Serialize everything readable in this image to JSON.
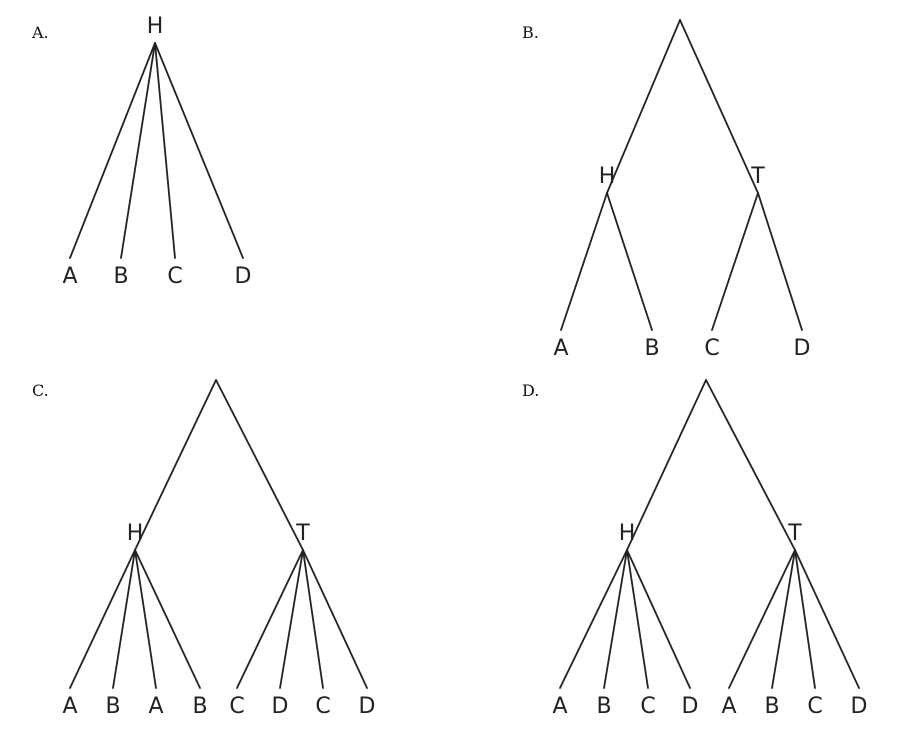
{
  "options": [
    {
      "label": "A.",
      "nodes": [
        {
          "id": "r",
          "text": "H"
        },
        {
          "id": "a",
          "text": "A"
        },
        {
          "id": "b",
          "text": "B"
        },
        {
          "id": "c",
          "text": "C"
        },
        {
          "id": "d",
          "text": "D"
        }
      ],
      "edges": [
        [
          "r",
          "a"
        ],
        [
          "r",
          "b"
        ],
        [
          "r",
          "c"
        ],
        [
          "r",
          "d"
        ]
      ]
    },
    {
      "label": "B.",
      "nodes": [
        {
          "id": "root",
          "text": ""
        },
        {
          "id": "h",
          "text": "H"
        },
        {
          "id": "t",
          "text": "T"
        },
        {
          "id": "a",
          "text": "A"
        },
        {
          "id": "b",
          "text": "B"
        },
        {
          "id": "c",
          "text": "C"
        },
        {
          "id": "d",
          "text": "D"
        }
      ],
      "edges": [
        [
          "root",
          "h"
        ],
        [
          "root",
          "t"
        ],
        [
          "h",
          "a"
        ],
        [
          "h",
          "b"
        ],
        [
          "t",
          "c"
        ],
        [
          "t",
          "d"
        ]
      ]
    },
    {
      "label": "C.",
      "nodes": [
        {
          "id": "root",
          "text": ""
        },
        {
          "id": "h",
          "text": "H"
        },
        {
          "id": "t",
          "text": "T"
        },
        {
          "id": "h1",
          "text": "A"
        },
        {
          "id": "h2",
          "text": "B"
        },
        {
          "id": "h3",
          "text": "A"
        },
        {
          "id": "h4",
          "text": "B"
        },
        {
          "id": "t1",
          "text": "C"
        },
        {
          "id": "t2",
          "text": "D"
        },
        {
          "id": "t3",
          "text": "C"
        },
        {
          "id": "t4",
          "text": "D"
        }
      ],
      "edges": [
        [
          "root",
          "h"
        ],
        [
          "root",
          "t"
        ],
        [
          "h",
          "h1"
        ],
        [
          "h",
          "h2"
        ],
        [
          "h",
          "h3"
        ],
        [
          "h",
          "h4"
        ],
        [
          "t",
          "t1"
        ],
        [
          "t",
          "t2"
        ],
        [
          "t",
          "t3"
        ],
        [
          "t",
          "t4"
        ]
      ]
    },
    {
      "label": "D.",
      "nodes": [
        {
          "id": "root",
          "text": ""
        },
        {
          "id": "h",
          "text": "H"
        },
        {
          "id": "t",
          "text": "T"
        },
        {
          "id": "h1",
          "text": "A"
        },
        {
          "id": "h2",
          "text": "B"
        },
        {
          "id": "h3",
          "text": "C"
        },
        {
          "id": "h4",
          "text": "D"
        },
        {
          "id": "t1",
          "text": "A"
        },
        {
          "id": "t2",
          "text": "B"
        },
        {
          "id": "t3",
          "text": "C"
        },
        {
          "id": "t4",
          "text": "D"
        }
      ],
      "edges": [
        [
          "root",
          "h"
        ],
        [
          "root",
          "t"
        ],
        [
          "h",
          "h1"
        ],
        [
          "h",
          "h2"
        ],
        [
          "h",
          "h3"
        ],
        [
          "h",
          "h4"
        ],
        [
          "t",
          "t1"
        ],
        [
          "t",
          "t2"
        ],
        [
          "t",
          "t3"
        ],
        [
          "t",
          "t4"
        ]
      ]
    }
  ]
}
